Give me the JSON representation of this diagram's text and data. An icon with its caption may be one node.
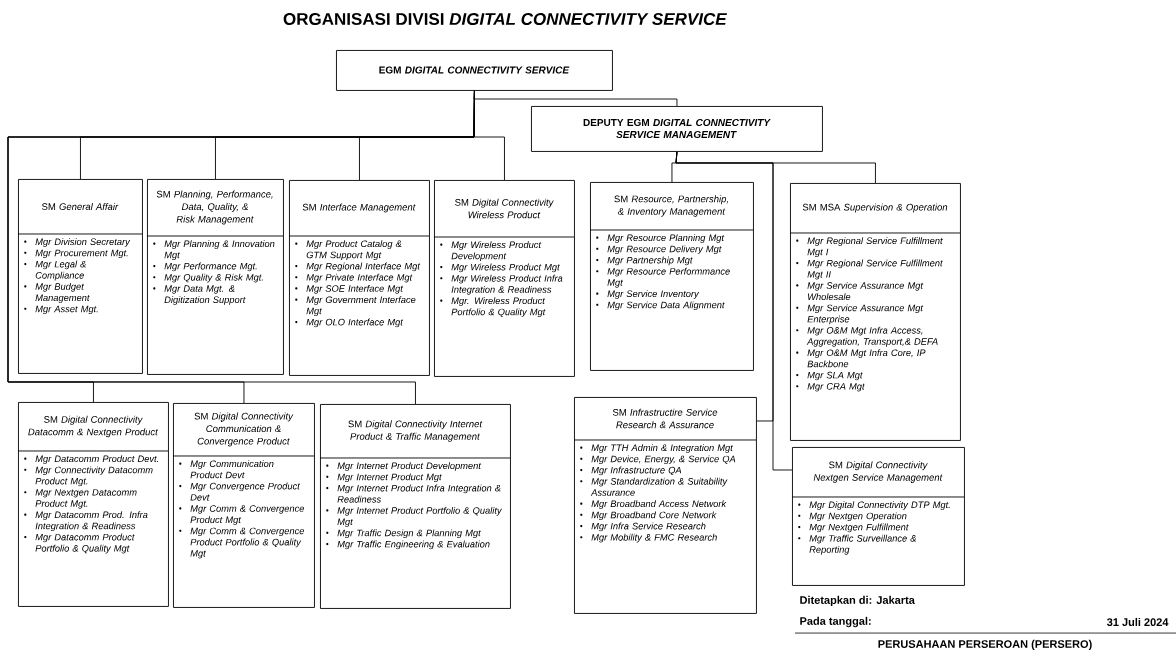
{
  "diagram": {
    "title": "ORGANISASI DIVISI *DIGITAL CONNECTIVITY SERVICE*",
    "nodes": [
      {
        "text": [
          "EGM *DIGITAL CONNECTIVITY SERVICE*"
        ]
      },
      {
        "text": [
          "DEPUTY EGM *DIGITAL CONNECTIVITY SERVICE MANAGEMENT*"
        ]
      },
      {
        "text": [
          "SM *General Affair*",
          "Mgr Division Secretary",
          "Mgr Procurement Mgt.",
          "Mgr Legal & Compliance",
          "Mgr Budget Management",
          "Mgr Asset Mgt."
        ]
      },
      {
        "text": [
          "SM *Planning, Performance, Data, Quality, & Risk Management*",
          "Mgr Planning & Innovation Mgt",
          "Mgr Performance Mgt.",
          "Mgr Quality & Risk Mgt.",
          "Mgr Data Mgt. & Digitization Support"
        ]
      },
      {
        "text": [
          "SM *Interface Management*",
          "Mgr Product Catalog & GTM Support Mgt",
          "Mgr Regional Interface Mgt",
          "Mgr Private Interface Mgt",
          "Mgr SOE Interface Mgt",
          "Mgr Government Interface Mgt",
          "Mgr OLO Interface Mgt"
        ]
      },
      {
        "text": [
          "SM *Digital Connectivity Wireless Product*",
          "Mgr Wireless Product Development",
          "Mgr Wireless Product Mgt",
          "Mgr Wireless Product Infra Integration & Readiness",
          "Mgr. Wireless Product Portfolio & Quality Mgt"
        ]
      },
      {
        "text": [
          "SM *Digital Connectivity Datacomm & Nextgen Product*",
          "Mgr Datacomm Product Devt.",
          "Mgr Connectivity Datacomm Product Mgt.",
          "Mgr Nextgen Datacomm Product Mgt.",
          "Mgr Datacomm Prod. Infra Integration & Readiness",
          "Mgr Datacomm Product Portfolio & Quality Mgt"
        ]
      },
      {
        "text": [
          "SM *Digital Connectivity Communication & Convergence Product*",
          "Mgr Communication Product Devt",
          "Mgr Convergence Product Devt",
          "Mgr Comm & Convergence Product Mgt",
          "Mgr Comm & Convergence Product Portfolio & Quality Mgt"
        ]
      },
      {
        "text": [
          "SM *Digital Connectivity Internet Product & Traffic Management*",
          "Mgr Internet Product Development",
          "Mgr Internet Product Mgt",
          "Mgr Internet Product Infra Integration & Readiness",
          "Mgr Internet Product Portfolio & Quality Mgt",
          "Mgr Traffic Design & Planning Mgt",
          "Mgr Traffic Engineering & Evaluation"
        ]
      },
      {
        "text": [
          "SM *Resource, Partnership, & Inventory Management*",
          "Mgr Resource Planning Mgt",
          "Mgr Resource Delivery Mgt",
          "Mgr Partnership Mgt",
          "Mgr Resource Performmance Mgt",
          "Mgr Service Inventory",
          "Mgr Service Data Alignment"
        ]
      },
      {
        "text": [
          "SM MSA *Supervision & Operation*",
          "Mgr Regional Service Fulfillment Mgt I",
          "Mgr Regional Service Fulfillment Mgt II",
          "Mgr Service Assurance Mgt Wholesale",
          "Mgr Service Assurance Mgt Enterprise",
          "Mgr O&M Mgt Infra Access, Aggregation, Transport,& DEFA",
          "Mgr O&M Mgt Infra Core, IP Backbone",
          "Mgr SLA Mgt",
          "Mgr CRA Mgt"
        ]
      },
      {
        "text": [
          "SM *Infrastructire Service Research & Assurance*",
          "Mgr TTH Admin & Integration Mgt",
          "Mgr Device, Energy, & Service QA",
          "Mgr Infrastructure QA",
          "Mgr Standardization & Suitability Assurance",
          "Mgr Broadband Access Network",
          "Mgr Broadband Core Network",
          "Mgr Infra Service Research",
          "Mgr Mobility & FMC Research"
        ]
      },
      {
        "text": [
          "SM *Digital Connectivity Nextgen Service Management*",
          "Mgr Digital Connectivity DTP Mgt.",
          "Mgr Nextgen Operation",
          "Mgr Nextgen Fulfillment",
          "Mgr Traffic Surveillance & Reporting"
        ]
      }
    ],
    "edges": [
      {
        "from": 0,
        "to": 1,
        "arrow": "none"
      },
      {
        "from": 0,
        "to": 2,
        "arrow": "none"
      },
      {
        "from": 0,
        "to": 3,
        "arrow": "none"
      },
      {
        "from": 0,
        "to": 4,
        "arrow": "none"
      },
      {
        "from": 0,
        "to": 5,
        "arrow": "none"
      },
      {
        "from": 0,
        "to": 6,
        "arrow": "none"
      },
      {
        "from": 0,
        "to": 7,
        "arrow": "none"
      },
      {
        "from": 0,
        "to": 8,
        "arrow": "none"
      },
      {
        "from": 1,
        "to": 9,
        "arrow": "none"
      },
      {
        "from": 1,
        "to": 10,
        "arrow": "none"
      },
      {
        "from": 1,
        "to": 11,
        "arrow": "none"
      },
      {
        "from": 1,
        "to": 12,
        "arrow": "none"
      }
    ],
    "labels": [
      "Ditetapkan di:  Jakarta",
      "Pada tanggal:",
      "31 Juli 2024",
      "PERUSAHAAN PERSEROAN (PERSERO)"
    ]
  }
}
